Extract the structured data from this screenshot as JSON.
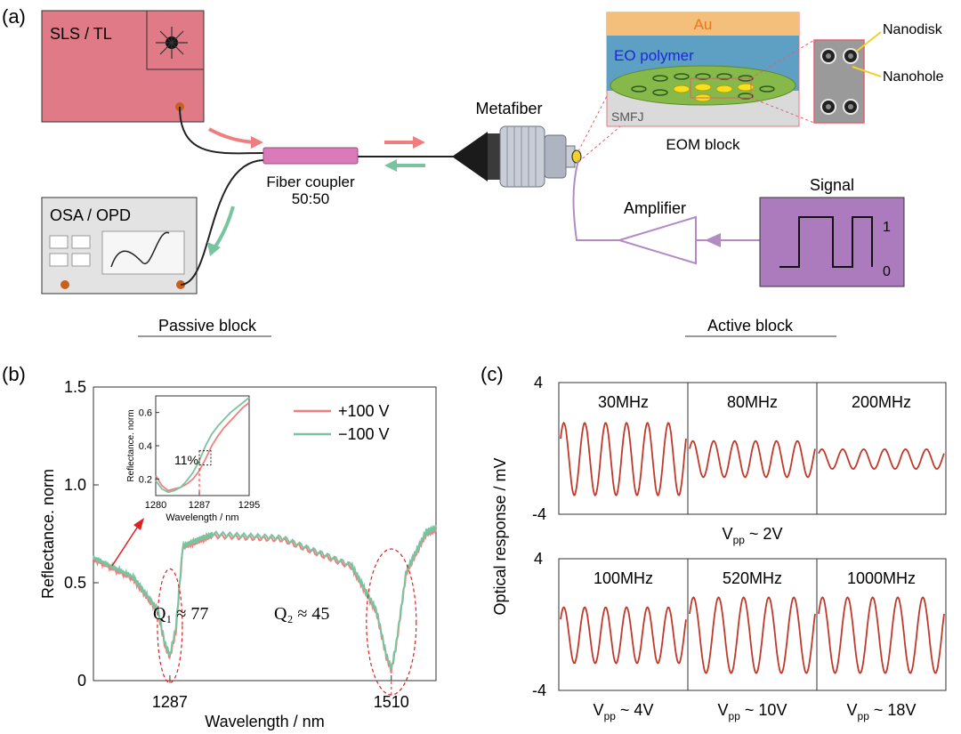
{
  "panel_labels": {
    "a": "(a)",
    "b": "(b)",
    "c": "(c)"
  },
  "setup": {
    "sls_label": "SLS / TL",
    "osa_label": "OSA / OPD",
    "coupler_label_1": "Fiber coupler",
    "coupler_label_2": "50:50",
    "metafiber_label": "Metafiber",
    "eom_label": "EOM block",
    "au_label": "Au",
    "eo_polymer_label": "EO polymer",
    "smfj_label": "SMFJ",
    "nanodisk_label": "Nanodisk",
    "nanohole_label": "Nanohole",
    "amplifier_label": "Amplifier",
    "signal_label": "Signal",
    "signal_high": "1",
    "signal_low": "0",
    "passive_block_label": "Passive block",
    "active_block_label": "Active block",
    "colors": {
      "sls_box": "#e07a86",
      "osa_box": "#e3e3e3",
      "coupler": "#d87bb8",
      "forward_arrow": "#ef7f7f",
      "backward_arrow": "#79c4a0",
      "signal_box": "#ab7bbd",
      "amp_line": "#b48ac4"
    }
  },
  "chart_data": [
    {
      "type": "line",
      "panel": "(b)",
      "xlabel": "Wavelength / nm",
      "ylabel": "Reflectance. norm",
      "ylim": [
        0,
        1.5
      ],
      "yticks": [
        "0",
        "0.5",
        "1.0",
        "1.5"
      ],
      "xticks": [
        "1287",
        "1510"
      ],
      "legend": "top-right",
      "series": [
        {
          "name": "+100 V",
          "color": "#ef7f7f",
          "x": [
            1210,
            1250,
            1275,
            1282,
            1287,
            1293,
            1300,
            1330,
            1400,
            1470,
            1495,
            1505,
            1510,
            1515,
            1525,
            1545,
            1555
          ],
          "y": [
            0.62,
            0.52,
            0.35,
            0.18,
            0.12,
            0.25,
            0.68,
            0.74,
            0.72,
            0.58,
            0.35,
            0.12,
            0.05,
            0.18,
            0.55,
            0.75,
            0.77
          ]
        },
        {
          "name": "−100 V",
          "color": "#79c4a0",
          "x": [
            1210,
            1250,
            1275,
            1282,
            1287,
            1293,
            1300,
            1330,
            1400,
            1470,
            1495,
            1505,
            1510,
            1515,
            1525,
            1545,
            1555
          ],
          "y": [
            0.63,
            0.53,
            0.36,
            0.19,
            0.13,
            0.27,
            0.69,
            0.75,
            0.73,
            0.59,
            0.36,
            0.13,
            0.06,
            0.19,
            0.56,
            0.76,
            0.78
          ]
        }
      ],
      "annotations": {
        "q1": "Q₁ ≈ 77",
        "q2": "Q₂ ≈ 45"
      },
      "inset": {
        "xlabel": "Wavelength / nm",
        "ylabel": "Reflectance. norm",
        "xlim": [
          1280,
          1295
        ],
        "ylim": [
          0.1,
          0.7
        ],
        "xticks": [
          "1280",
          "1287",
          "1295"
        ],
        "yticks": [
          "0.2",
          "0.4",
          "0.6"
        ],
        "annotation": "11%",
        "series": [
          {
            "name": "+100 V",
            "color": "#ef7f7f",
            "x": [
              1280,
              1281,
              1282,
              1283,
              1284,
              1285,
              1286,
              1287,
              1288,
              1289,
              1290,
              1291,
              1292,
              1293,
              1294,
              1295
            ],
            "y": [
              0.22,
              0.16,
              0.13,
              0.14,
              0.15,
              0.17,
              0.2,
              0.25,
              0.32,
              0.4,
              0.46,
              0.51,
              0.55,
              0.59,
              0.63,
              0.66
            ]
          },
          {
            "name": "−100 V",
            "color": "#79c4a0",
            "x": [
              1280,
              1281,
              1282,
              1283,
              1284,
              1285,
              1286,
              1287,
              1288,
              1289,
              1290,
              1291,
              1292,
              1293,
              1294,
              1295
            ],
            "y": [
              0.19,
              0.14,
              0.12,
              0.13,
              0.15,
              0.19,
              0.24,
              0.31,
              0.4,
              0.47,
              0.52,
              0.56,
              0.6,
              0.63,
              0.66,
              0.69
            ]
          }
        ]
      }
    },
    {
      "type": "line",
      "panel": "(c)",
      "ylabel": "Optical response / mV",
      "yticks_top": [
        "4",
        "-4"
      ],
      "yticks_bottom": [
        "4",
        "-4"
      ],
      "rows": [
        {
          "vpp_labels": [
            "V",
            "pp",
            " ~ 2V"
          ],
          "cells": [
            {
              "label": "30MHz",
              "amplitude": 2.2,
              "cycles": 6
            },
            {
              "label": "80MHz",
              "amplitude": 1.1,
              "cycles": 6
            },
            {
              "label": "200MHz",
              "amplitude": 0.6,
              "cycles": 6
            }
          ]
        },
        {
          "vpp_labels_per_cell": [
            [
              "V",
              "pp",
              " ~ 4V"
            ],
            [
              "V",
              "pp",
              " ~ 10V"
            ],
            [
              "V",
              "pp",
              " ~ 18V"
            ]
          ],
          "cells": [
            {
              "label": "100MHz",
              "amplitude": 1.7,
              "cycles": 6
            },
            {
              "label": "520MHz",
              "amplitude": 2.3,
              "cycles": 5
            },
            {
              "label": "1000MHz",
              "amplitude": 2.3,
              "cycles": 5
            }
          ]
        }
      ],
      "color": "#c0392b"
    }
  ]
}
